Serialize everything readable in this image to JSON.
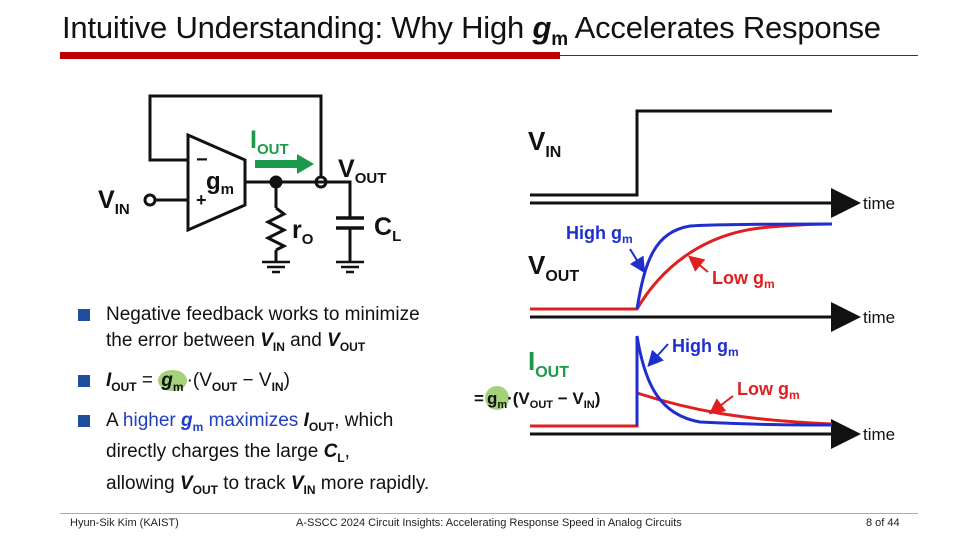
{
  "slide": {
    "title_part1": "Intuitive Understanding: Why High ",
    "title_gm": "g",
    "title_gm_sub": "m",
    "title_part2": " Accelerates Response"
  },
  "circuit": {
    "vin": "V",
    "vin_sub": "IN",
    "vout": "V",
    "vout_sub": "OUT",
    "iout": "I",
    "iout_sub": "OUT",
    "gm": "g",
    "gm_sub": "m",
    "ro": "r",
    "ro_sub": "O",
    "cl": "C",
    "cl_sub": "L",
    "minus": "−",
    "plus": "+"
  },
  "plots": {
    "vin_label": "V",
    "vin_sub": "IN",
    "vout_label": "V",
    "vout_sub": "OUT",
    "iout_label": "I",
    "iout_sub": "OUT",
    "time_label": "time",
    "high_gm": "High g",
    "low_gm": "Low g",
    "gm_sub": "m",
    "iout_formula_prefix": "=",
    "iout_formula_gm": "g",
    "iout_formula_gm_sub": "m",
    "iout_formula_rest": "·(V",
    "iout_formula_out": "OUT",
    "iout_formula_minus": " − V",
    "iout_formula_in": "IN",
    "iout_formula_end": ")"
  },
  "bullets": {
    "b1_line1": "Negative feedback works to minimize",
    "b1_line2_a": "the error between ",
    "b1_v": "V",
    "b1_in": "IN",
    "b1_and": " and ",
    "b1_out": "OUT",
    "b2_i": "I",
    "b2_out": "OUT",
    "b2_eq": " = ",
    "b2_g": "g",
    "b2_m": "m",
    "b2_rest": "·(V",
    "b2_out2": "OUT",
    "b2_minus": " − V",
    "b2_in": "IN",
    "b2_end": ")",
    "b3_a": "A ",
    "b3_higher": "higher ",
    "b3_g": "g",
    "b3_m": "m",
    "b3_max": " maximizes ",
    "b3_i": "I",
    "b3_out": "OUT",
    "b3_which": ", which",
    "b3_line2_a": "directly charges the large ",
    "b3_c": "C",
    "b3_l": "L",
    "b3_line2_b": ",",
    "b3_line3_a": "allowing ",
    "b3_v": "V",
    "b3_vout": "OUT",
    "b3_line3_b": " to track ",
    "b3_v2": "V",
    "b3_vin": "IN",
    "b3_line3_c": " more rapidly."
  },
  "footer": {
    "author": "Hyun-Sik Kim (KAIST)",
    "talk": "A-SSCC 2024 Circuit Insights: Accelerating Response Speed in Analog Circuits",
    "page": "8 of 44"
  },
  "colors": {
    "accent_red": "#c00000",
    "bullet_blue": "#1f4e9e",
    "high_gm_blue": "#1f2fcf",
    "low_gm_red": "#e02020",
    "iout_green": "#1a9a4a",
    "gm_highlight": "#a6d17a"
  }
}
